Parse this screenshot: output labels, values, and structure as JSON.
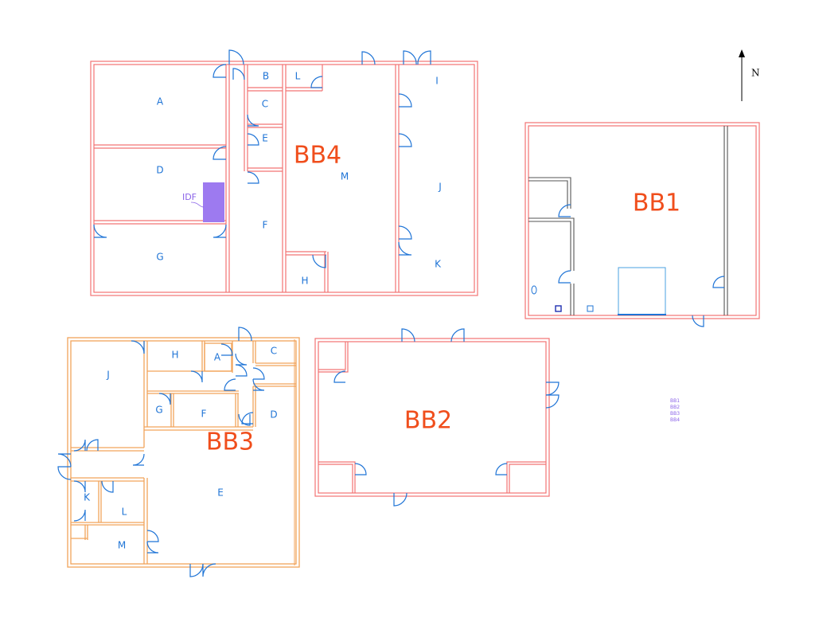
{
  "north_label": "N",
  "colors": {
    "red_walls": "#f27373",
    "orange_walls": "#f2a35a",
    "doors": "#1f74d6",
    "building_labels": "#f04e1c",
    "idf": "#9d7af0",
    "legend": "#8a63e8"
  },
  "buildings": {
    "bb1": {
      "name": "BB1"
    },
    "bb2": {
      "name": "BB2"
    },
    "bb3": {
      "name": "BB3",
      "rooms": [
        "A",
        "C",
        "D",
        "E",
        "F",
        "G",
        "H",
        "J",
        "K",
        "L",
        "M"
      ]
    },
    "bb4": {
      "name": "BB4",
      "rooms": [
        "A",
        "B",
        "C",
        "D",
        "E",
        "F",
        "G",
        "H",
        "I",
        "J",
        "K",
        "L",
        "M"
      ],
      "idf_label": "IDF"
    }
  },
  "legend": [
    "BB1",
    "BB2",
    "BB3",
    "BB4"
  ]
}
